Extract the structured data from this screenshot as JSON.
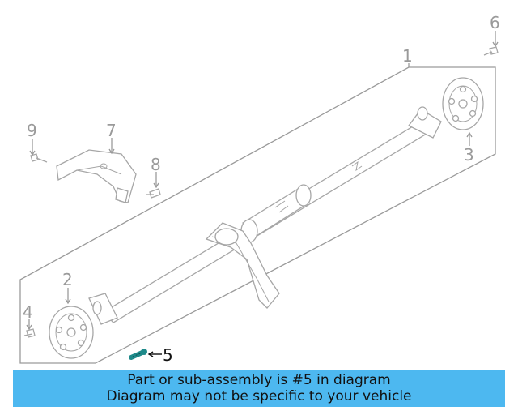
{
  "callouts": {
    "n1": "1",
    "n2": "2",
    "n3": "3",
    "n4": "4",
    "n5": "5",
    "n6": "6",
    "n7": "7",
    "n8": "8",
    "n9": "9"
  },
  "banner": {
    "line1": "Part or sub-assembly is #5 in diagram",
    "line2": "Diagram may not be specific to your vehicle"
  },
  "colors": {
    "banner_bg": "#4db8f0",
    "line_art": "#a6a6a6",
    "highlight_part": "#1f8a8a"
  }
}
